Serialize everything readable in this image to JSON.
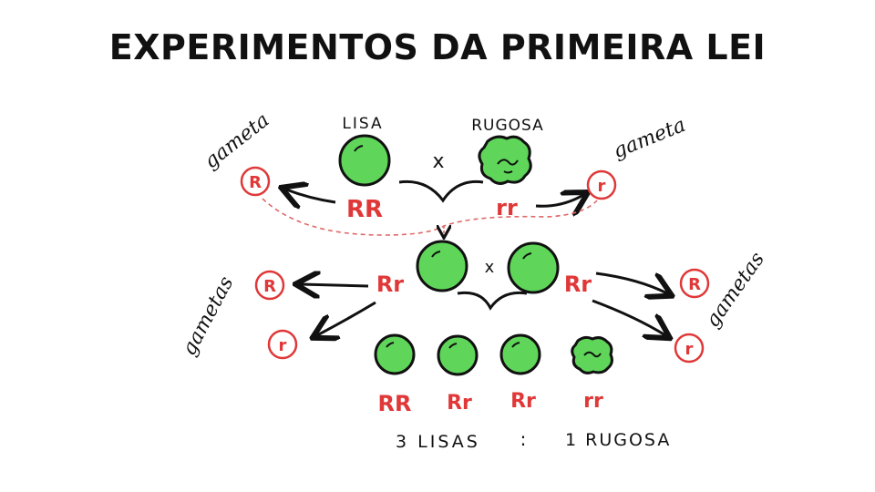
{
  "title": "EXPERIMENTOS DA PRIMEIRA LEI",
  "colors": {
    "pea_fill": "#5fd65a",
    "pea_stroke": "#111111",
    "allele_red": "#e03838",
    "ink": "#111111",
    "dashed": "#e06a6a"
  },
  "parental": {
    "left": {
      "phenotype": "LISA",
      "genotype": "RR",
      "gamete_label": "gameta",
      "gamete": "R"
    },
    "right": {
      "phenotype": "RUGOSA",
      "genotype": "rr",
      "gamete_label": "gameta",
      "gamete": "r"
    },
    "cross_symbol": "x"
  },
  "f1": {
    "left_genotype": "Rr",
    "right_genotype": "Rr",
    "cross_symbol": "x",
    "left_gametes_label": "gametas",
    "right_gametes_label": "gametas",
    "left_gametes": [
      "R",
      "r"
    ],
    "right_gametes": [
      "R",
      "r"
    ]
  },
  "f2": {
    "offspring": [
      {
        "genotype": "RR",
        "phenotype": "lisa"
      },
      {
        "genotype": "Rr",
        "phenotype": "lisa"
      },
      {
        "genotype": "Rr",
        "phenotype": "lisa"
      },
      {
        "genotype": "rr",
        "phenotype": "rugosa"
      }
    ],
    "ratio_smooth": "3 LISAS",
    "ratio_separator": ":",
    "ratio_wrinkled": "1 RUGOSA"
  }
}
